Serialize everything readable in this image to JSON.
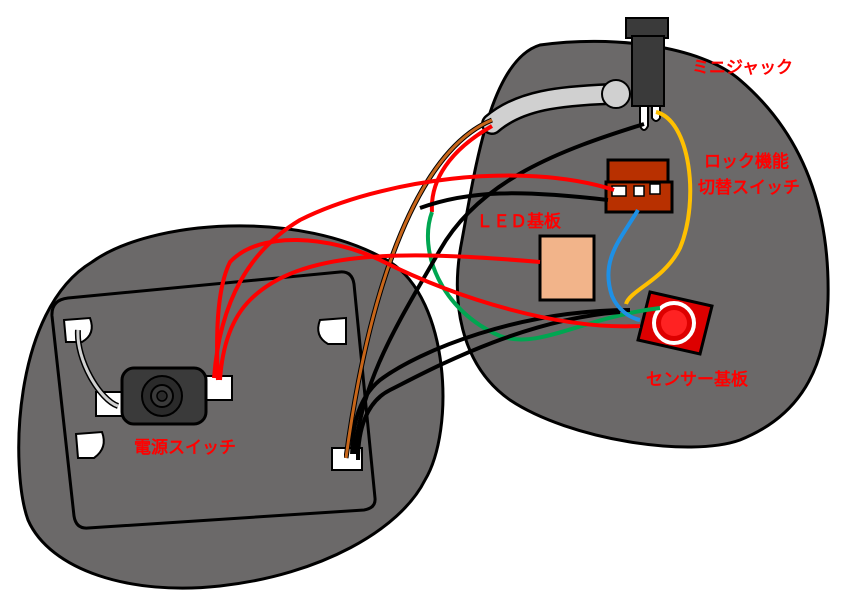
{
  "labels": {
    "mini_jack": "ミニジャック",
    "lock_switch_line1": "ロック機能",
    "lock_switch_line2": "切替スイッチ",
    "led_board": "ＬＥＤ基板",
    "sensor_board": "センサー基板",
    "power_switch": "電源スイッチ"
  },
  "colors": {
    "label_text": "#ff0000",
    "case_fill": "#6b6969",
    "outline": "#000000",
    "wire_red": "#ff0000",
    "wire_black": "#000000",
    "wire_brown": "#c8661a",
    "wire_green": "#00a651",
    "wire_blue": "#1e90e6",
    "wire_yellow": "#ffc000",
    "wire_gray": "#d0d0d0",
    "led_board": "#f2b48a",
    "sensor_board": "#dd0000",
    "lock_switch": "#b83000"
  }
}
